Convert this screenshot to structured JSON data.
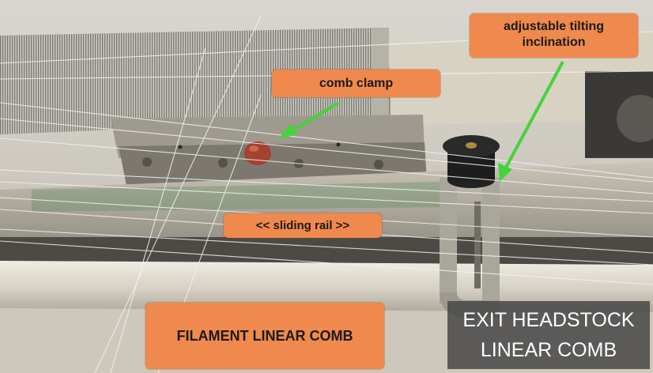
{
  "labels": {
    "comb_clamp": "comb clamp",
    "tilt_line1": "adjustable tilting",
    "tilt_line2": "inclination",
    "sliding_rail": "<< sliding rail  >>",
    "filament_comb": "FILAMENT LINEAR COMB",
    "exit_line1": "EXIT HEADSTOCK",
    "exit_line2": "LINEAR COMB"
  },
  "colors": {
    "label_bg": "#f0894d",
    "arrow": "#46d23c",
    "exit_bg": "#464646"
  }
}
